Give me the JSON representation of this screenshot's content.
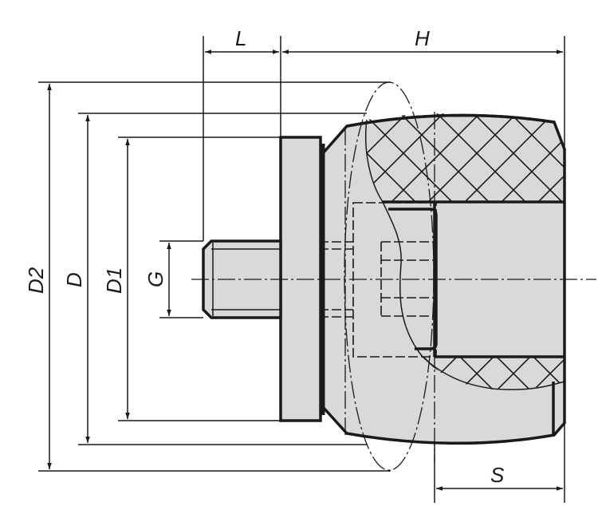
{
  "drawing": {
    "dimensions": {
      "L": "L",
      "H": "H",
      "D2": "D2",
      "D": "D",
      "D1": "D1",
      "G": "G",
      "S": "S"
    },
    "colors": {
      "fill": "#d9d9d9",
      "line": "#1a1a1a"
    }
  }
}
